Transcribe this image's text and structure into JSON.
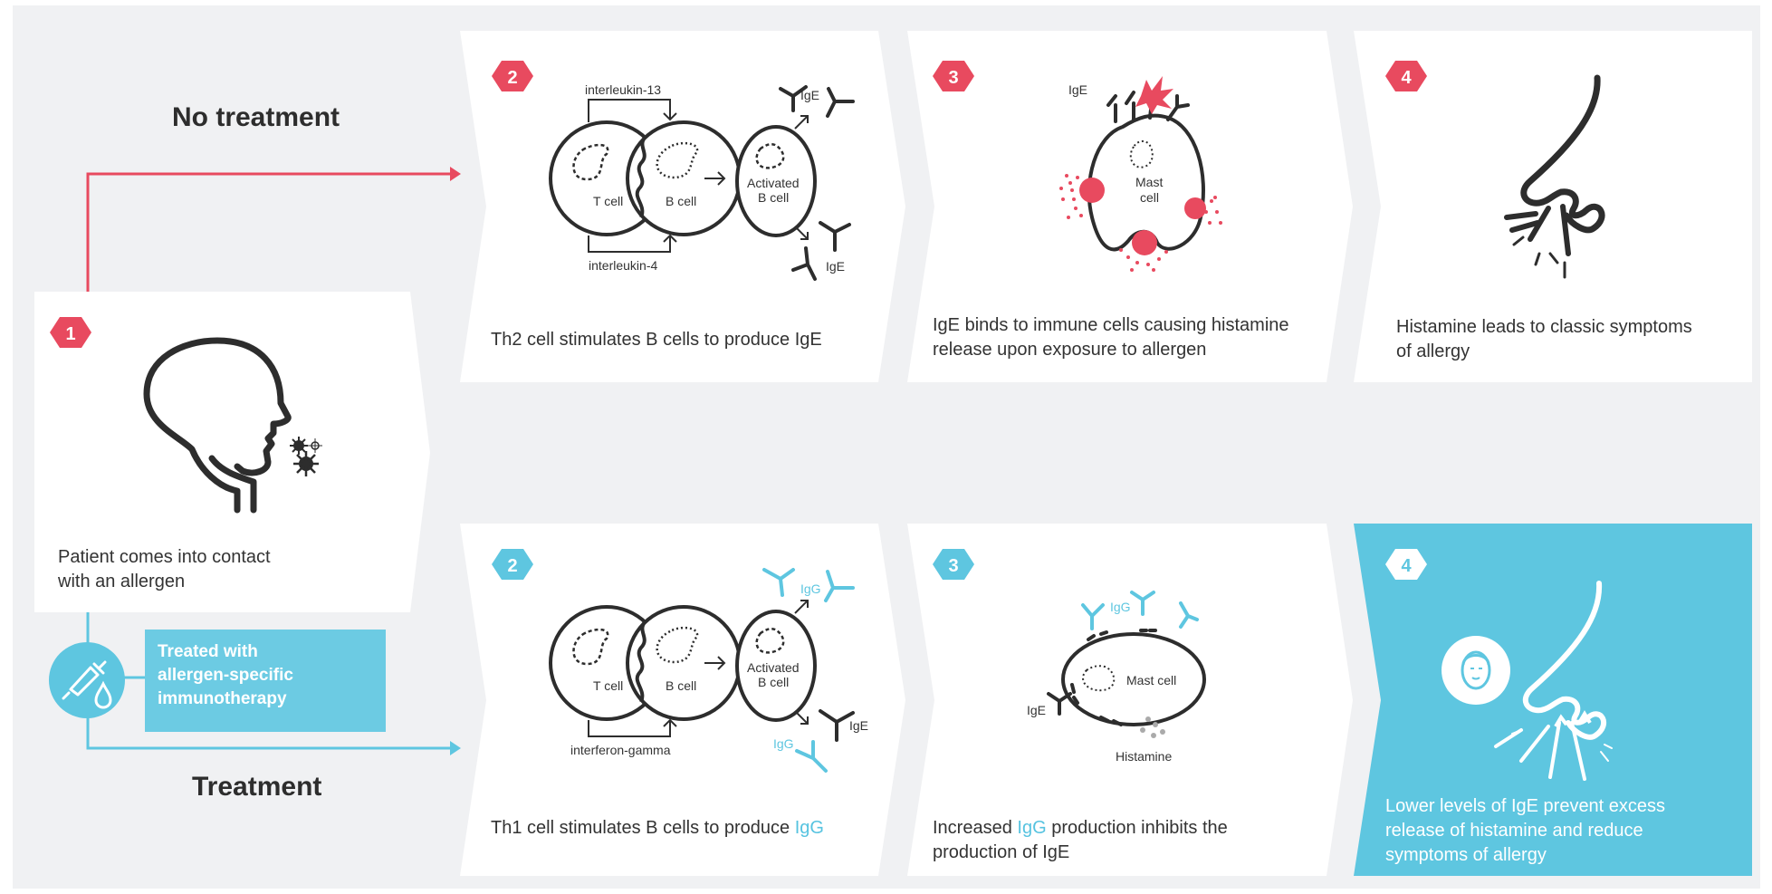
{
  "colors": {
    "red": "#e84a5f",
    "blue": "#5ec6e0",
    "grey_bg": "#f0f1f3",
    "dark": "#2d2d2d"
  },
  "headings": {
    "no_treatment": "No treatment",
    "treatment": "Treatment"
  },
  "step1": {
    "number": "1",
    "caption": [
      "Patient comes into contact",
      "with an allergen"
    ],
    "icon": "head-with-allergen-icon"
  },
  "treatment_box": {
    "lines": [
      "Treated with",
      "allergen-specific",
      "immunotherapy"
    ],
    "icon": "syringe-drop-icon"
  },
  "no_treatment_path": {
    "step2": {
      "number": "2",
      "caption": "Th2 cell stimulates B cells to produce IgE",
      "labels": {
        "interleukin13": "interleukin-13",
        "interleukin4": "interleukin-4",
        "tcell": "T cell",
        "bcell": "B cell",
        "activated1": "Activated",
        "activated2": "B cell",
        "ige_top": "IgE",
        "ige_bottom": "IgE"
      }
    },
    "step3": {
      "number": "3",
      "caption": [
        "IgE binds to immune cells causing histamine",
        "release upon exposure to allergen"
      ],
      "labels": {
        "ige": "IgE",
        "mast1": "Mast",
        "mast2": "cell"
      }
    },
    "step4": {
      "number": "4",
      "caption": [
        "Histamine leads to classic symptoms",
        "of allergy"
      ],
      "icon": "sneezing-nose-icon"
    }
  },
  "treatment_path": {
    "step2": {
      "number": "2",
      "caption_pre": "Th1 cell stimulates B cells to produce ",
      "caption_hi": "IgG",
      "labels": {
        "interferon": "interferon-gamma",
        "tcell": "T cell",
        "bcell": "B cell",
        "activated1": "Activated",
        "activated2": "B cell",
        "igg_top": "IgG",
        "ige_right": "IgE",
        "igg_bottom": "IgG"
      }
    },
    "step3": {
      "number": "3",
      "caption_pre": "Increased ",
      "caption_hi": "IgG",
      "caption_post": " production inhibits the",
      "caption_line2": "production of IgE",
      "labels": {
        "igg": "IgG",
        "mast": "Mast cell",
        "ige": "IgE",
        "histamine": "Histamine"
      }
    },
    "step4": {
      "number": "4",
      "caption": [
        "Lower levels of IgE prevent excess",
        "release of histamine and reduce",
        "symptoms of allergy"
      ],
      "icon": "relieved-nose-icon"
    }
  }
}
